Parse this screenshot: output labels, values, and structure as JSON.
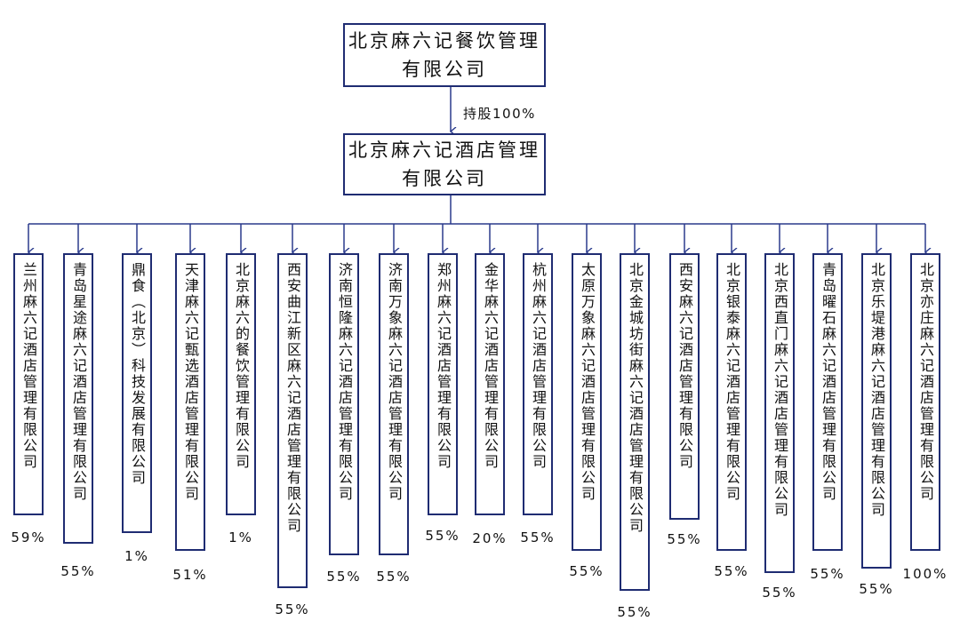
{
  "parent": {
    "name": "北京麻六记餐饮管理有限公司"
  },
  "holding": {
    "share_label": "持股100%",
    "name": "北京麻六记酒店管理有限公司"
  },
  "subsidiaries": [
    {
      "name": "兰州麻六记酒店管理有限公司",
      "pct": "59%"
    },
    {
      "name": "青岛星途麻六记酒店管理有限公司",
      "pct": "55%"
    },
    {
      "name": "鼎食（北京）科技发展有限公司",
      "pct": "1%"
    },
    {
      "name": "天津麻六记甄选酒店管理有限公司",
      "pct": "51%"
    },
    {
      "name": "北京麻六的餐饮管理有限公司",
      "pct": "1%"
    },
    {
      "name": "西安曲江新区麻六记酒店管理有限公司",
      "pct": "55%"
    },
    {
      "name": "济南恒隆麻六记酒店管理有限公司",
      "pct": "55%"
    },
    {
      "name": "济南万象麻六记酒店管理有限公司",
      "pct": "55%"
    },
    {
      "name": "郑州麻六记酒店管理有限公司",
      "pct": "55%"
    },
    {
      "name": "金华麻六记酒店管理有限公司",
      "pct": "20%"
    },
    {
      "name": "杭州麻六记酒店管理有限公司",
      "pct": "55%"
    },
    {
      "name": "太原万象麻六记酒店管理有限公司",
      "pct": "55%"
    },
    {
      "name": "北京金城坊街麻六记酒店管理有限公司",
      "pct": "55%"
    },
    {
      "name": "西安麻六记酒店管理有限公司",
      "pct": "55%"
    },
    {
      "name": "北京银泰麻六记酒店管理有限公司",
      "pct": "55%"
    },
    {
      "name": "北京西直门麻六记酒店管理有限公司",
      "pct": "55%"
    },
    {
      "name": "青岛曜石麻六记酒店管理有限公司",
      "pct": "55%"
    },
    {
      "name": "北京乐堤港麻六记酒店管理有限公司",
      "pct": "55%"
    },
    {
      "name": "北京亦庄麻六记酒店管理有限公司",
      "pct": "100%"
    }
  ],
  "colors": {
    "border": "#1f2c72",
    "line": "#2a3a8c"
  }
}
